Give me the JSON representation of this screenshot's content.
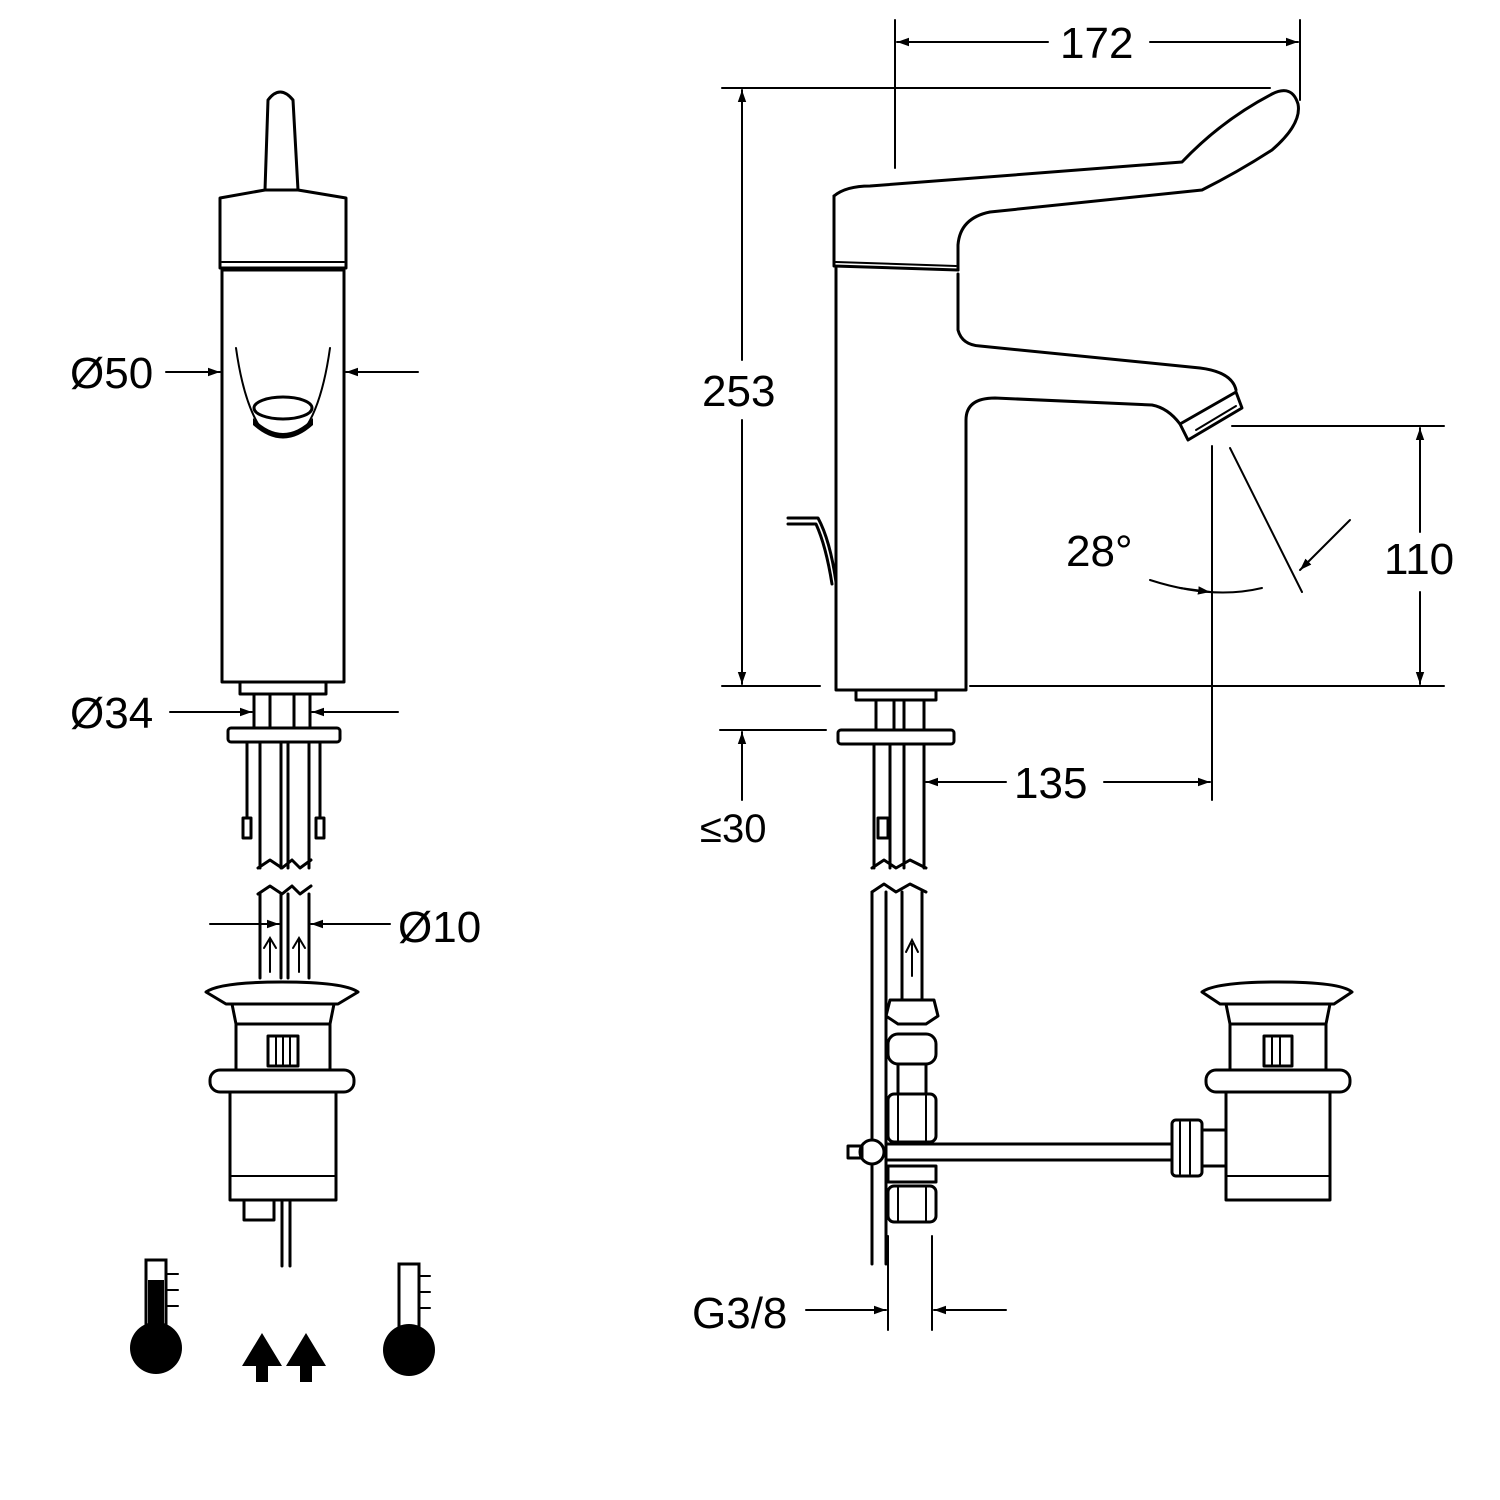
{
  "drawing": {
    "front_view": {
      "dim_body_diameter": "Ø50",
      "dim_shank_diameter": "Ø34",
      "dim_pipe_diameter": "Ø10"
    },
    "side_view": {
      "dim_spout_reach": "172",
      "dim_total_height": "253",
      "dim_spout_height": "110",
      "dim_angle": "28°",
      "dim_outlet_offset": "135",
      "dim_max_deck_thickness": "≤30",
      "dim_connection_thread": "G3/8"
    },
    "legend": {
      "icons": [
        "hot-thermometer-icon",
        "water-supply-arrows-icon",
        "cold-thermometer-icon"
      ]
    }
  }
}
